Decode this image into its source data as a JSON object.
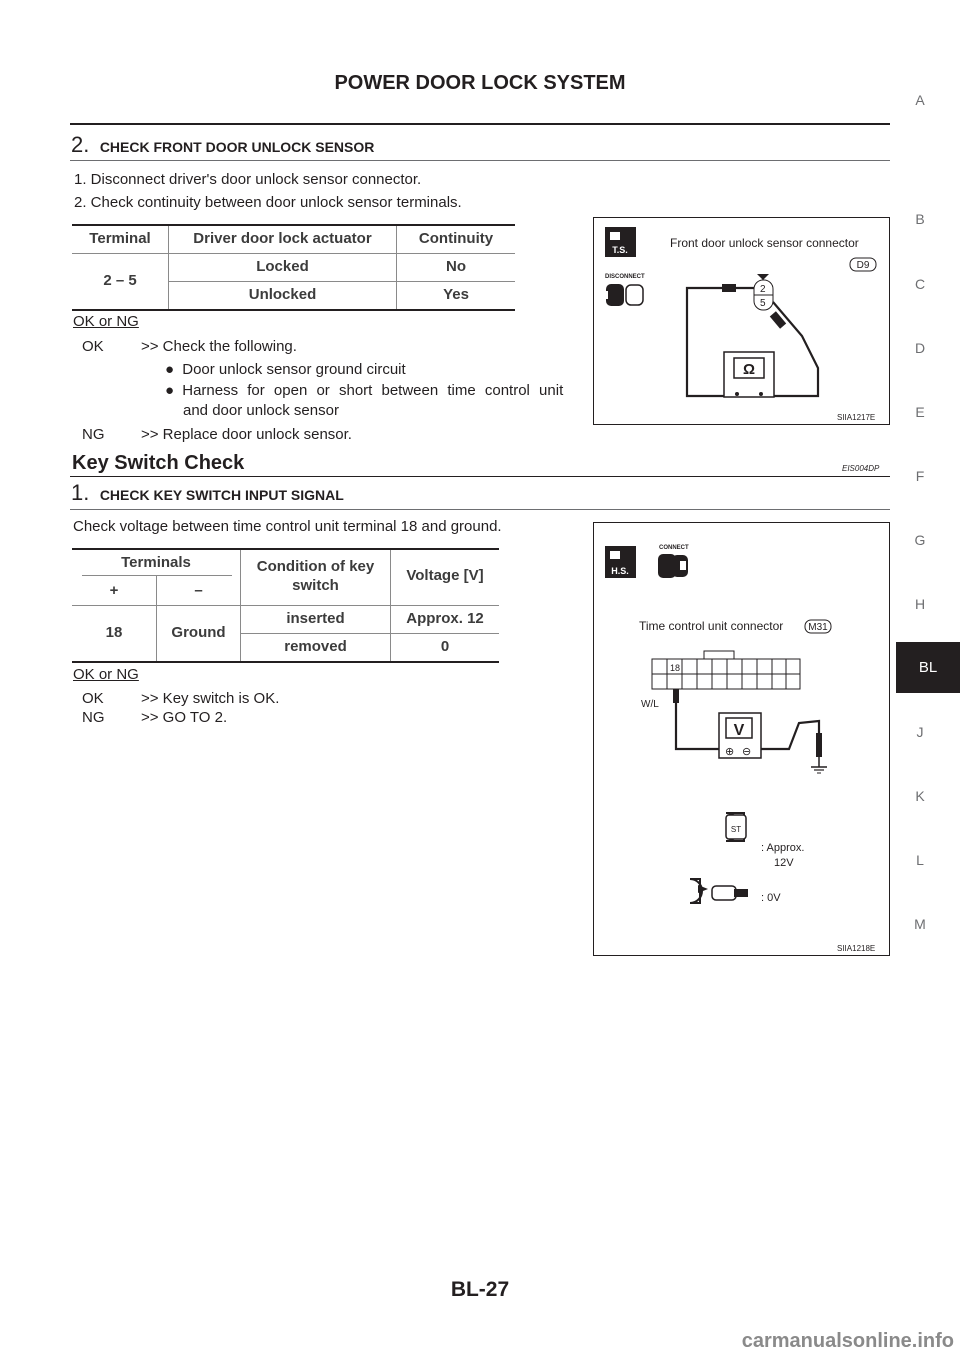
{
  "header": {
    "title": "POWER DOOR LOCK SYSTEM"
  },
  "side_tabs": [
    "A",
    "B",
    "C",
    "D",
    "E",
    "F",
    "G",
    "H",
    "BL",
    "J",
    "K",
    "L",
    "M"
  ],
  "active_tab": "BL",
  "step2": {
    "number": "2.",
    "title": "CHECK FRONT DOOR UNLOCK SENSOR",
    "instructions": [
      "1.  Disconnect driver's door unlock sensor connector.",
      "2.  Check continuity between door unlock sensor terminals."
    ],
    "table": {
      "headers": [
        "Terminal",
        "Driver door lock actuator",
        "Continuity"
      ],
      "terminal": "2 – 5",
      "rows": [
        [
          "Locked",
          "No"
        ],
        [
          "Unlocked",
          "Yes"
        ]
      ]
    },
    "ok_ng": "OK or NG",
    "ok_label": "OK",
    "ok_text": ">> Check the following.",
    "bullets": [
      "Door unlock sensor ground circuit",
      "Harness for open or short between time control unit",
      "and door unlock sensor"
    ],
    "ng_label": "NG",
    "ng_text": ">> Replace door unlock sensor.",
    "figure": {
      "connector_title": "Front door unlock sensor connector",
      "connector_id": "D9",
      "ts_label": "T.S.",
      "disconnect_label": "DISCONNECT",
      "pin_top": "2",
      "pin_bottom": "5",
      "meter_symbol": "Ω",
      "code": "SIIA1217E"
    }
  },
  "section": {
    "title": "Key Switch Check",
    "code": "EIS004DP"
  },
  "step1": {
    "number": "1.",
    "title": "CHECK KEY SWITCH INPUT SIGNAL",
    "instruction": "Check voltage between time control unit terminal 18 and ground.",
    "table": {
      "h_terminals": "Terminals",
      "h_plus": "+",
      "h_minus": "–",
      "h_condition": "Condition of key switch",
      "h_voltage": "Voltage [V]",
      "plus": "18",
      "minus": "Ground",
      "rows": [
        [
          "inserted",
          "Approx. 12"
        ],
        [
          "removed",
          "0"
        ]
      ]
    },
    "ok_ng": "OK or NG",
    "ok_label": "OK",
    "ok_text": ">> Key switch is OK.",
    "ng_label": "NG",
    "ng_text": ">> GO TO 2.",
    "figure": {
      "hs_label": "H.S.",
      "connect_label": "CONNECT",
      "connector_title": "Time control unit connector",
      "connector_id": "M31",
      "pin": "18",
      "wire": "W/L",
      "meter_symbol": "V",
      "key_in_text": ": Approx.",
      "key_in_text2": "12V",
      "key_out_text": ": 0V",
      "key_label": "ST",
      "code": "SIIA1218E"
    }
  },
  "footer": {
    "page_number": "BL-27"
  },
  "watermark": "carmanualsonline.info"
}
